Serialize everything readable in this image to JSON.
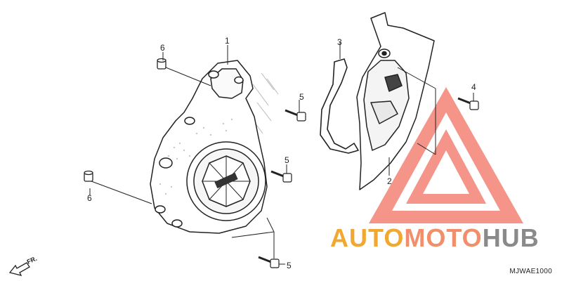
{
  "diagram": {
    "callouts": {
      "c1": "1",
      "c2": "2",
      "c3": "3",
      "c4": "4",
      "c5a": "5",
      "c5b": "5",
      "c5c": "5",
      "c6a": "6",
      "c6b": "6"
    },
    "front_label": "FR.",
    "diagram_code": "MJWAE1000"
  },
  "watermark": {
    "part1": "AUTO",
    "part2": "MOTO",
    "part3": "HUB",
    "colors": {
      "auto": "#f0a830",
      "moto": "#f28e6a",
      "hub": "#8a8a8a",
      "triangle": "#f26b5b"
    }
  }
}
